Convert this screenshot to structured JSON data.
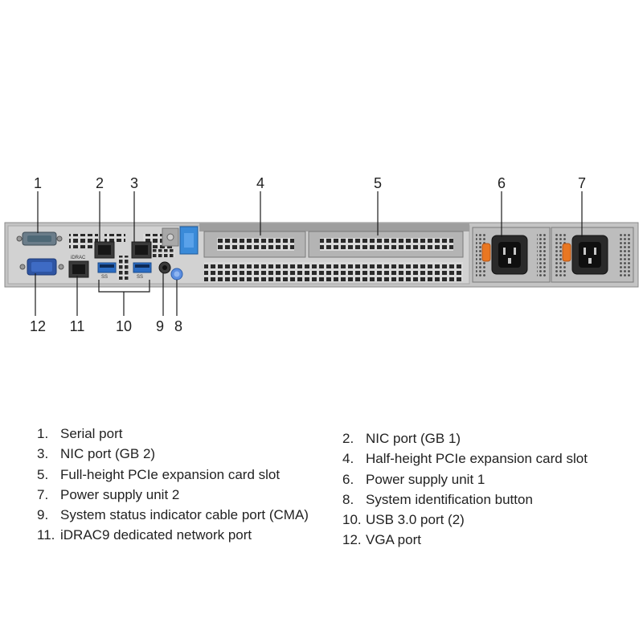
{
  "callouts": {
    "c1": "1",
    "c2": "2",
    "c3": "3",
    "c4": "4",
    "c5": "5",
    "c6": "6",
    "c7": "7",
    "c8": "8",
    "c9": "9",
    "c10": "10",
    "c11": "11",
    "c12": "12"
  },
  "chassis_text": {
    "idrac_label": "iDRAC",
    "usb_logo": "SS"
  },
  "legend": {
    "left": [
      {
        "num": "1.",
        "text": "Serial port"
      },
      {
        "num": "3.",
        "text": "NIC port (GB 2)"
      },
      {
        "num": "5.",
        "text": "Full-height PCIe expansion card slot"
      },
      {
        "num": "7.",
        "text": "Power supply unit 2"
      },
      {
        "num": "9.",
        "text": "System status indicator cable port (CMA)"
      },
      {
        "num": "11.",
        "text": "iDRAC9 dedicated network port"
      }
    ],
    "right": [
      {
        "num": "2.",
        "text": "NIC port (GB 1)"
      },
      {
        "num": "4.",
        "text": "Half-height PCIe expansion card slot"
      },
      {
        "num": "6.",
        "text": "Power supply unit 1"
      },
      {
        "num": "8.",
        "text": "System identification button"
      },
      {
        "num": "10.",
        "text": "USB 3.0 port (2)"
      },
      {
        "num": "12.",
        "text": "VGA port"
      }
    ]
  },
  "colors": {
    "chassis": "#c8c8c8",
    "panel": "#9c9c9c",
    "accent_blue": "#3a8ad8",
    "psu_handle": "#e97722",
    "leader": "#1a1a1a"
  }
}
